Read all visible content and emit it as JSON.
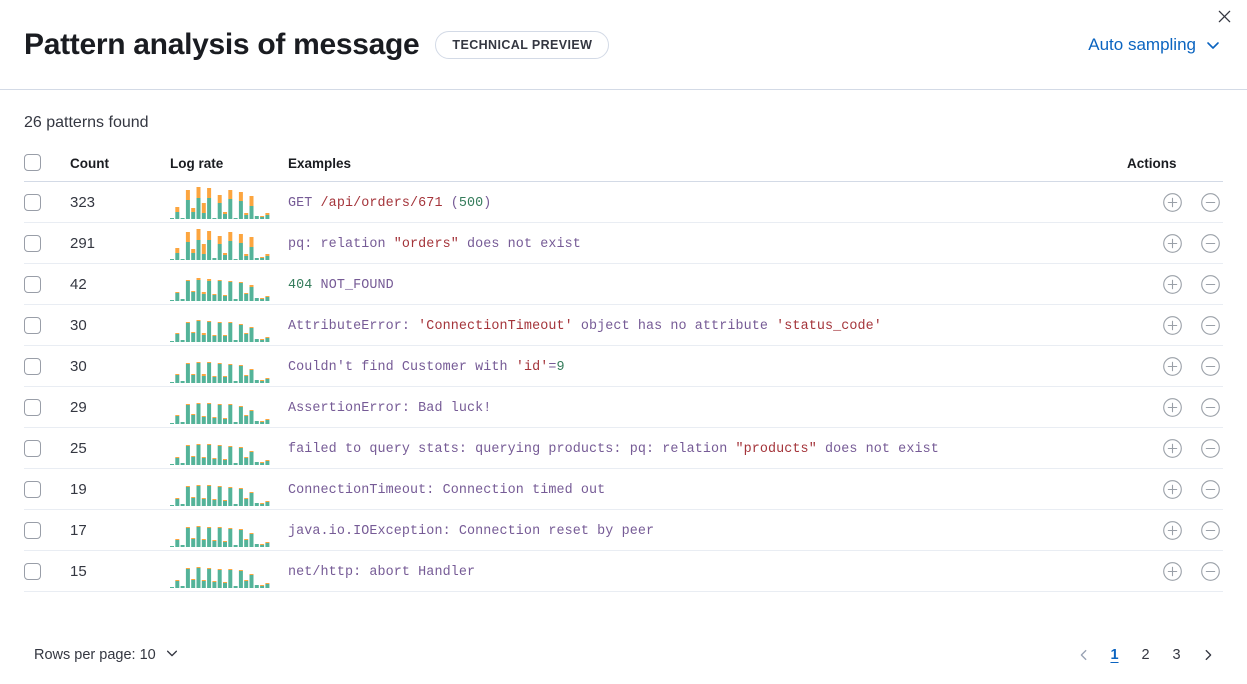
{
  "header": {
    "title": "Pattern analysis of message",
    "badge": "TECHNICAL PREVIEW",
    "sampling_label": "Auto sampling",
    "chevron_icon": "chevron-down-icon",
    "close_icon": "close-icon"
  },
  "summary": {
    "patterns_found": "26 patterns found"
  },
  "table": {
    "columns": {
      "select": "",
      "count": "Count",
      "log_rate": "Log rate",
      "examples": "Examples",
      "actions": "Actions"
    },
    "action_icons": {
      "filter_for": "circle-plus-icon",
      "filter_out": "circle-minus-icon"
    },
    "colors": {
      "bar_base": "#54b399",
      "bar_top": "#fca53f",
      "accent": "#0b64c0",
      "row_border": "#e9edf3",
      "header_border": "#d3dae6",
      "text_base": "#765b96",
      "text_string": "#a4343a",
      "text_number": "#357c5b"
    },
    "rows": [
      {
        "count": "323",
        "message_parts": [
          {
            "t": "GET ",
            "k": "base"
          },
          {
            "t": "/api/orders/671",
            "k": "path"
          },
          {
            "t": " (",
            "k": "base"
          },
          {
            "t": "500",
            "k": "num"
          },
          {
            "t": ")",
            "k": "base"
          }
        ],
        "bars_base": [
          2,
          22,
          4,
          55,
          22,
          62,
          18,
          62,
          4,
          48,
          14,
          58,
          3,
          52,
          13,
          38,
          8,
          6,
          11
        ],
        "bars_top": [
          0,
          14,
          0,
          30,
          12,
          32,
          30,
          28,
          0,
          24,
          6,
          26,
          0,
          26,
          6,
          30,
          0,
          2,
          6
        ]
      },
      {
        "count": "291",
        "message_parts": [
          {
            "t": "pq: relation ",
            "k": "base"
          },
          {
            "t": "\"orders\"",
            "k": "str"
          },
          {
            "t": " does not exist",
            "k": "base"
          }
        ],
        "bars_base": [
          2,
          22,
          4,
          54,
          21,
          60,
          18,
          60,
          5,
          47,
          14,
          57,
          3,
          51,
          12,
          37,
          7,
          6,
          11
        ],
        "bars_top": [
          0,
          15,
          0,
          28,
          13,
          31,
          29,
          27,
          0,
          23,
          6,
          25,
          0,
          25,
          6,
          28,
          0,
          2,
          5
        ]
      },
      {
        "count": "42",
        "message_parts": [
          {
            "t": "404",
            "k": "num"
          },
          {
            "t": " NOT_FOUND",
            "k": "base"
          }
        ],
        "bars_base": [
          2,
          24,
          5,
          58,
          26,
          62,
          20,
          60,
          18,
          58,
          16,
          56,
          5,
          52,
          22,
          40,
          9,
          6,
          12
        ],
        "bars_top": [
          0,
          4,
          0,
          4,
          3,
          5,
          6,
          5,
          3,
          4,
          3,
          4,
          0,
          4,
          3,
          5,
          0,
          2,
          4
        ]
      },
      {
        "count": "30",
        "message_parts": [
          {
            "t": "AttributeError: ",
            "k": "base"
          },
          {
            "t": "'ConnectionTimeout'",
            "k": "str"
          },
          {
            "t": " object has no attribute ",
            "k": "base"
          },
          {
            "t": "'status_code'",
            "k": "str"
          }
        ],
        "bars_base": [
          3,
          24,
          6,
          57,
          25,
          61,
          21,
          60,
          17,
          57,
          17,
          55,
          6,
          51,
          23,
          40,
          10,
          7,
          12
        ],
        "bars_top": [
          0,
          4,
          0,
          4,
          3,
          4,
          5,
          4,
          3,
          3,
          3,
          4,
          0,
          3,
          3,
          4,
          0,
          2,
          3
        ]
      },
      {
        "count": "30",
        "message_parts": [
          {
            "t": "Couldn't find Customer with ",
            "k": "base"
          },
          {
            "t": "'id'",
            "k": "str"
          },
          {
            "t": "=",
            "k": "base"
          },
          {
            "t": "9",
            "k": "num"
          }
        ],
        "bars_base": [
          3,
          23,
          6,
          56,
          24,
          60,
          21,
          59,
          17,
          56,
          17,
          54,
          6,
          50,
          22,
          39,
          10,
          7,
          12
        ],
        "bars_top": [
          0,
          4,
          0,
          4,
          3,
          4,
          5,
          4,
          3,
          3,
          3,
          4,
          0,
          3,
          3,
          4,
          0,
          2,
          3
        ]
      },
      {
        "count": "29",
        "message_parts": [
          {
            "t": "AssertionError: Bad luck!",
            "k": "base"
          }
        ],
        "bars_base": [
          3,
          23,
          6,
          57,
          25,
          60,
          20,
          59,
          18,
          56,
          16,
          55,
          6,
          51,
          23,
          39,
          10,
          7,
          12
        ],
        "bars_top": [
          0,
          3,
          0,
          3,
          2,
          4,
          4,
          3,
          2,
          3,
          2,
          3,
          0,
          3,
          2,
          3,
          0,
          2,
          3
        ]
      },
      {
        "count": "25",
        "message_parts": [
          {
            "t": "failed to query stats: querying products: pq: relation ",
            "k": "base"
          },
          {
            "t": "\"products\"",
            "k": "str"
          },
          {
            "t": " does not exist",
            "k": "base"
          }
        ],
        "bars_base": [
          3,
          22,
          6,
          56,
          24,
          60,
          20,
          58,
          17,
          55,
          16,
          54,
          6,
          50,
          22,
          38,
          10,
          7,
          12
        ],
        "bars_top": [
          0,
          3,
          0,
          3,
          2,
          3,
          4,
          3,
          2,
          3,
          2,
          3,
          0,
          3,
          2,
          3,
          0,
          2,
          3
        ]
      },
      {
        "count": "19",
        "message_parts": [
          {
            "t": "ConnectionTimeout: Connection timed out",
            "k": "base"
          }
        ],
        "bars_base": [
          3,
          22,
          6,
          56,
          24,
          59,
          20,
          58,
          17,
          55,
          16,
          53,
          6,
          50,
          22,
          38,
          10,
          7,
          12
        ],
        "bars_top": [
          0,
          3,
          0,
          3,
          2,
          3,
          3,
          3,
          2,
          2,
          2,
          3,
          0,
          2,
          2,
          3,
          0,
          2,
          3
        ]
      },
      {
        "count": "17",
        "message_parts": [
          {
            "t": "java.io.IOException: Connection reset by peer",
            "k": "base"
          }
        ],
        "bars_base": [
          3,
          22,
          6,
          55,
          24,
          59,
          20,
          57,
          17,
          55,
          16,
          53,
          6,
          49,
          22,
          38,
          10,
          7,
          12
        ],
        "bars_top": [
          0,
          3,
          0,
          3,
          2,
          3,
          3,
          3,
          2,
          2,
          2,
          3,
          0,
          2,
          2,
          3,
          0,
          2,
          3
        ]
      },
      {
        "count": "15",
        "message_parts": [
          {
            "t": "net/http: abort Handler",
            "k": "base"
          }
        ],
        "bars_base": [
          3,
          22,
          6,
          55,
          23,
          58,
          20,
          57,
          17,
          54,
          16,
          52,
          6,
          49,
          21,
          37,
          10,
          7,
          12
        ],
        "bars_top": [
          0,
          3,
          0,
          3,
          2,
          3,
          3,
          3,
          2,
          2,
          2,
          3,
          0,
          2,
          2,
          3,
          0,
          2,
          3
        ]
      }
    ]
  },
  "footer": {
    "rows_per_page_label": "Rows per page: 10",
    "rows_chevron_icon": "chevron-down-icon",
    "prev_icon": "chevron-left-icon",
    "next_icon": "chevron-right-icon",
    "pages": [
      "1",
      "2",
      "3"
    ],
    "active_page": "1"
  }
}
